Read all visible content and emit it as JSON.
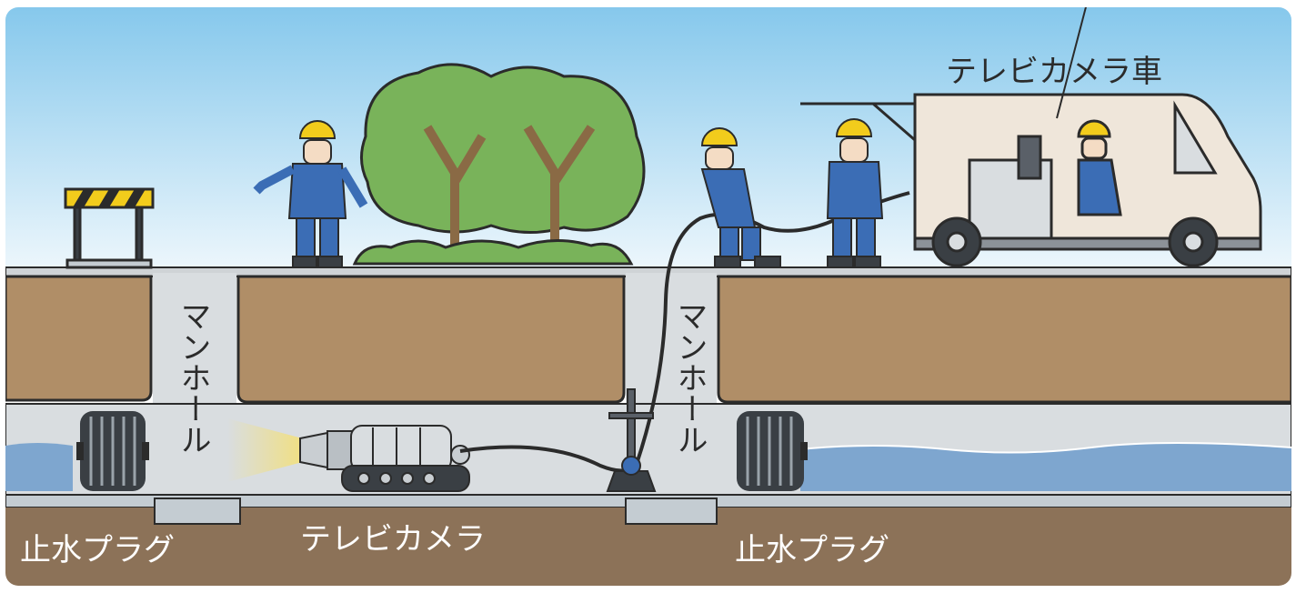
{
  "labels": {
    "tv_camera_truck": "テレビカメラ車",
    "manhole_left": "マンホール",
    "manhole_right": "マンホール",
    "tv_camera": "テレビカメラ",
    "water_stop_plug_left": "止水プラグ",
    "water_stop_plug_right": "止水プラグ"
  },
  "colors": {
    "sky_top": "#86c8ec",
    "sky_bottom": "#eef7fc",
    "soil": "#b08e67",
    "soil_dark": "#8c7258",
    "pipe_interior": "#d9dde0",
    "water": "#7ea6cf",
    "worker_suit": "#3b6db5",
    "helmet": "#f2cc1c",
    "tree": "#79b35a",
    "trunk": "#8a6a45",
    "truck_body": "#efe6da",
    "light_beam": "#f3e07a"
  },
  "icons": [
    "barrier-icon",
    "worker-icon",
    "tree-icon",
    "truck-icon",
    "camera-robot-icon",
    "reel-stand-icon",
    "plug-icon"
  ]
}
